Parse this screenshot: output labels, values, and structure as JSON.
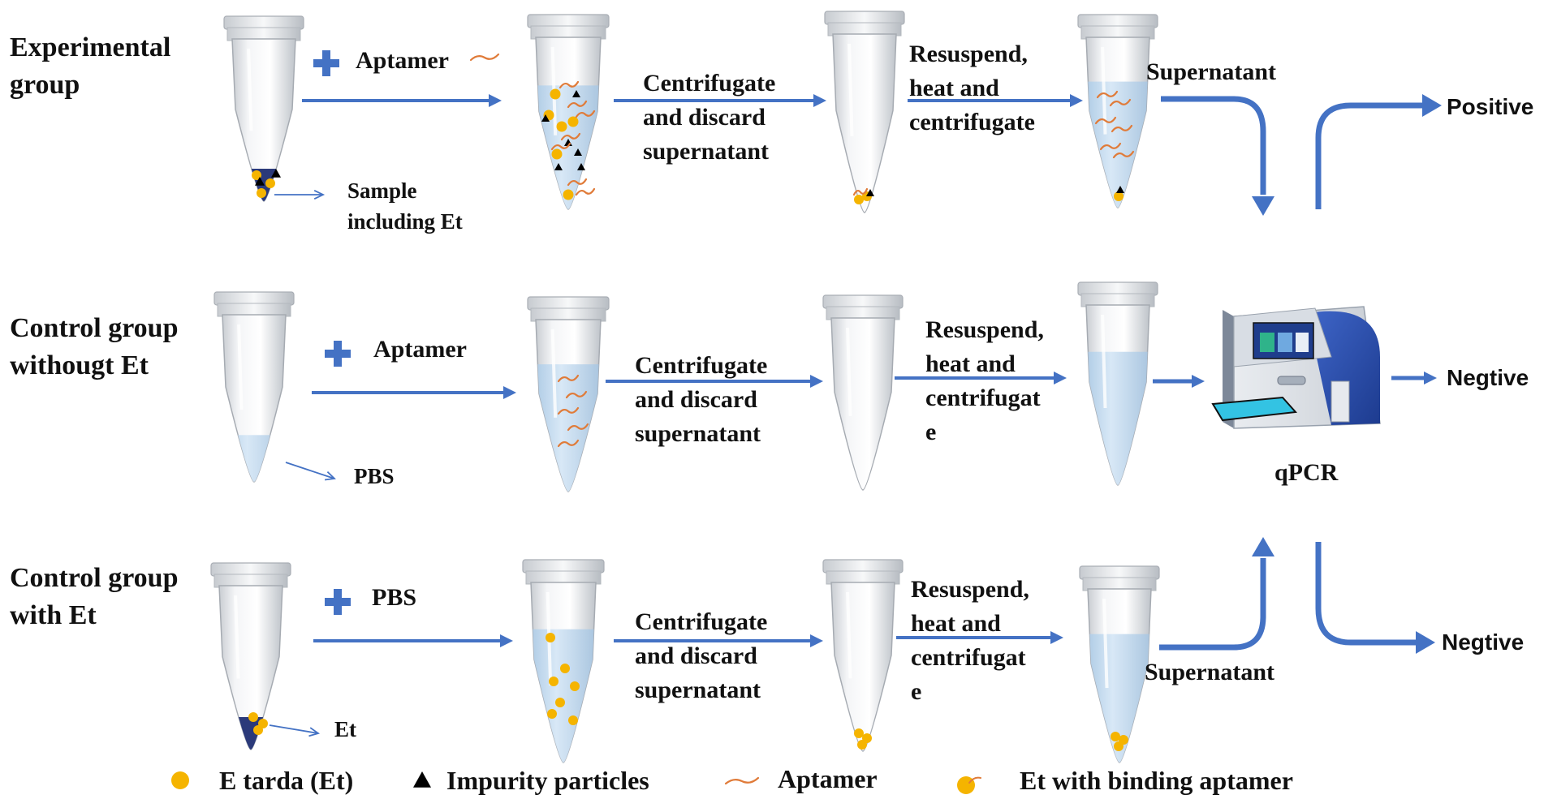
{
  "rows": {
    "experimental": {
      "group_label": [
        "Experimental",
        "group"
      ],
      "add_label": "Aptamer",
      "sample_label": [
        "Sample",
        "including Et"
      ],
      "step1_label": [
        "Centrifugate",
        "and discard",
        "supernatant"
      ],
      "step2_label": [
        "Resuspend,",
        "heat and",
        "centrifugate"
      ],
      "supernatant_label": "Supernatant",
      "result_label": "Positive"
    },
    "control_without": {
      "group_label": [
        "Control group",
        "withougt Et"
      ],
      "add_label": "Aptamer",
      "sample_label": [
        "PBS"
      ],
      "step1_label": [
        "Centrifugate",
        "and discard",
        "supernatant"
      ],
      "step2_label": [
        "Resuspend,",
        "heat and",
        "centrifugat",
        "e"
      ],
      "result_label": "Negtive"
    },
    "control_with": {
      "group_label": [
        "Control group",
        "with Et"
      ],
      "add_label": "PBS",
      "sample_label": [
        "Et"
      ],
      "step1_label": [
        "Centrifugate",
        "and discard",
        "supernatant"
      ],
      "step2_label": [
        "Resuspend,",
        "heat and",
        "centrifugat",
        "e"
      ],
      "supernatant_label": "Supernatant",
      "result_label": "Negtive"
    }
  },
  "instrument": {
    "label": "qPCR"
  },
  "legend": {
    "et": "E tarda (Et)",
    "impurity": "Impurity particles",
    "aptamer": "Aptamer",
    "et_binding": "Et with binding aptamer"
  },
  "colors": {
    "arrow": "#4472c4",
    "arrow_dark": "#2f5597",
    "particle": "#f5b400",
    "aptamer": "#e07b39",
    "liquid": "#c5dcf0",
    "pellet": "#2b3a7a"
  }
}
